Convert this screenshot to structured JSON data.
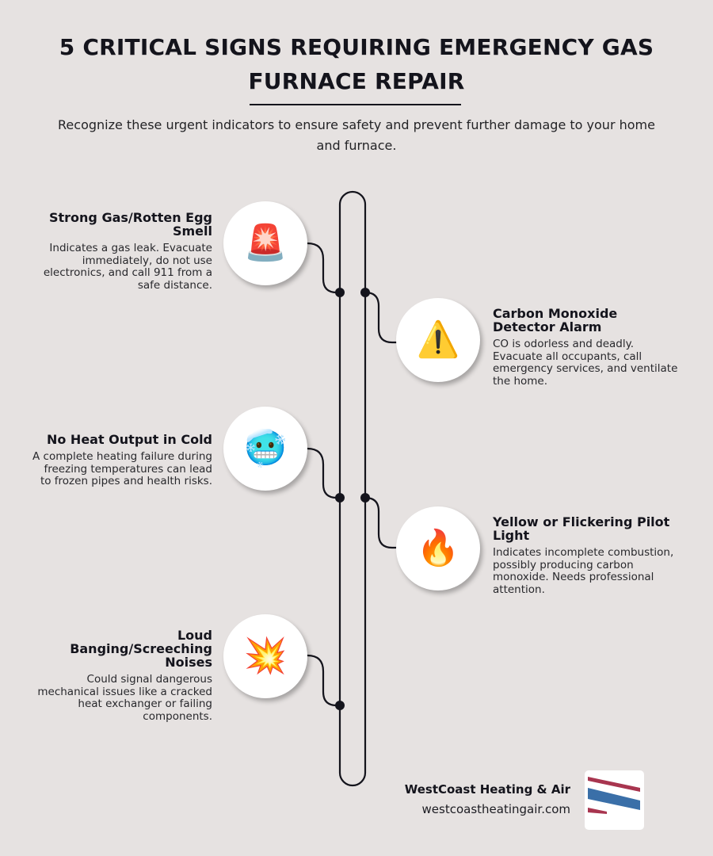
{
  "header": {
    "title": "5 CRITICAL SIGNS REQUIRING EMERGENCY GAS FURNACE REPAIR",
    "subtitle": "Recognize these urgent indicators to ensure safety and prevent further damage to your home and furnace."
  },
  "signs": [
    {
      "side": "left",
      "icon": "police-siren-light-icon",
      "glyph": "🚨",
      "title": "Strong Gas/Rotten Egg Smell",
      "description": "Indicates a gas leak. Evacuate immediately, do not use electronics, and call 911 from a safe distance."
    },
    {
      "side": "right",
      "icon": "warning-triangle-icon",
      "glyph": "⚠️",
      "title": "Carbon Monoxide Detector Alarm",
      "description": "CO is odorless and deadly. Evacuate all occupants, call emergency services, and ventilate the home."
    },
    {
      "side": "left",
      "icon": "cold-face-icon",
      "glyph": "🥶",
      "title": "No Heat Output in Cold",
      "description": "A complete heating failure during freezing temperatures can lead to frozen pipes and health risks."
    },
    {
      "side": "right",
      "icon": "fire-icon",
      "glyph": "🔥",
      "title": "Yellow or Flickering Pilot Light",
      "description": "Indicates incomplete combustion, possibly producing carbon monoxide. Needs professional attention."
    },
    {
      "side": "left",
      "icon": "collision-burst-icon",
      "glyph": "💥",
      "title": "Loud Banging/Screeching Noises",
      "description": "Could signal dangerous mechanical issues like a cracked heat exchanger or failing components."
    }
  ],
  "footer": {
    "company": "WestCoast Heating & Air",
    "website": "westcoastheatingair.com",
    "logo_colors": {
      "red": "#a8354f",
      "blue": "#3a6fa8"
    }
  },
  "colors": {
    "background": "#e6e2e1",
    "ink": "#14141c",
    "card": "#ffffff"
  }
}
